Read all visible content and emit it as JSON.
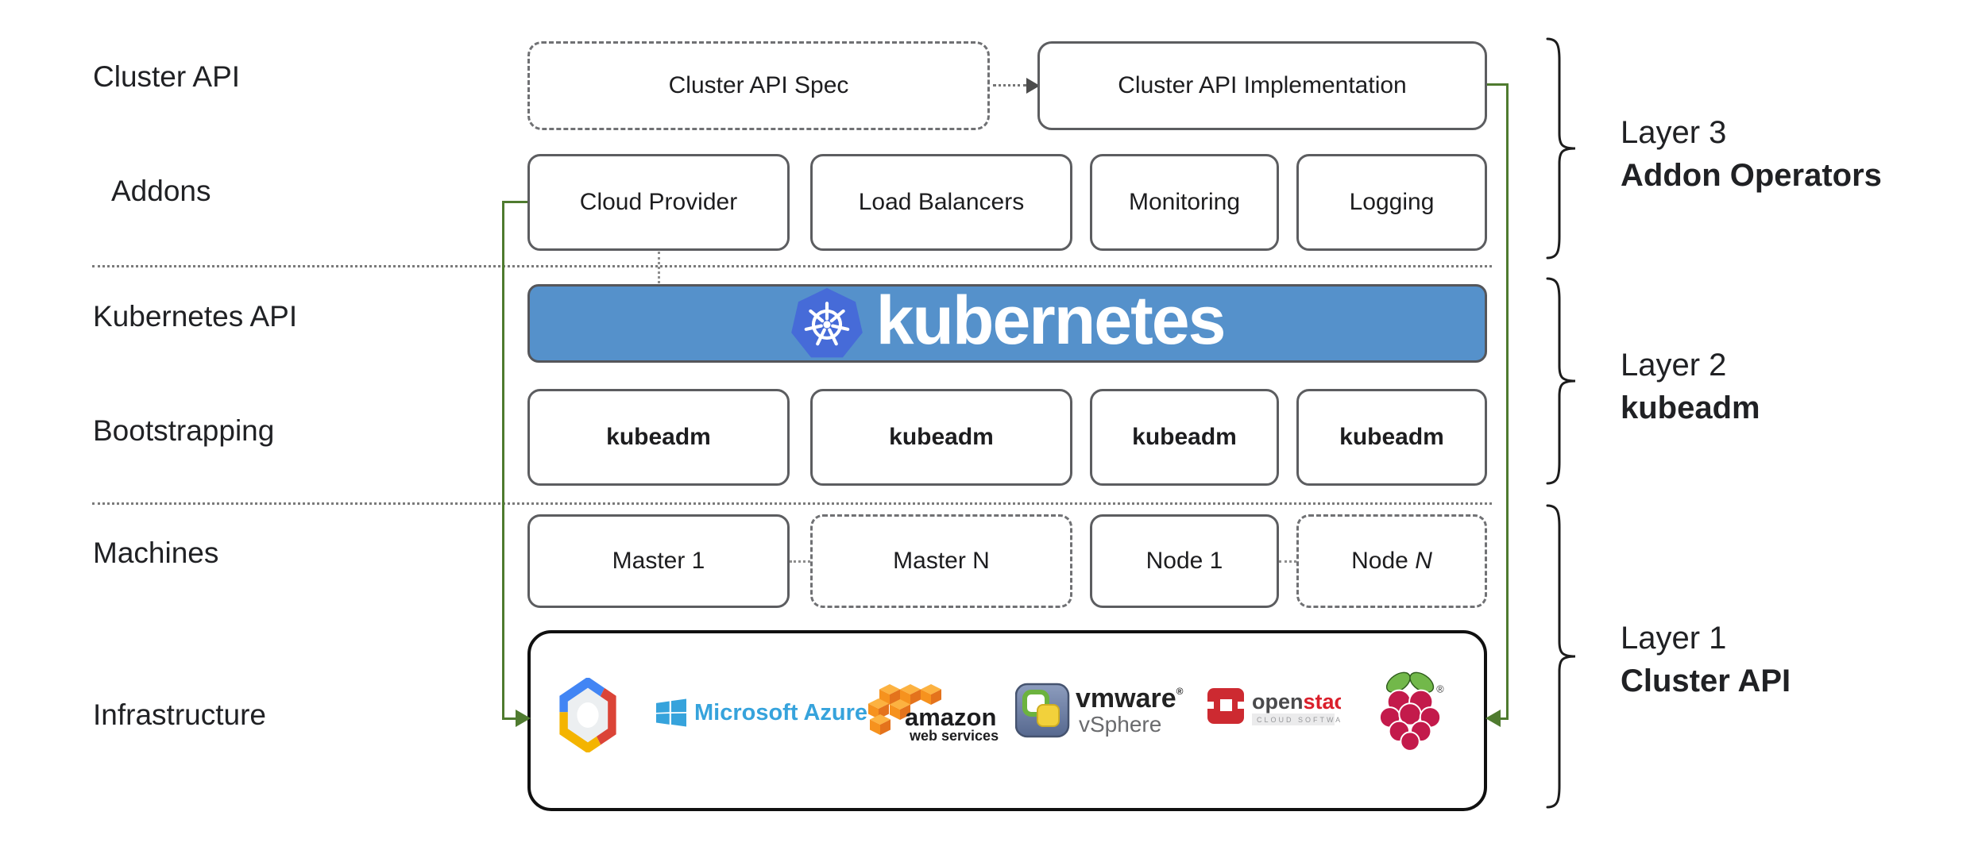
{
  "row_labels": {
    "cluster_api": "Cluster API",
    "addons": "Addons",
    "kubernetes_api": "Kubernetes API",
    "bootstrapping": "Bootstrapping",
    "machines": "Machines",
    "infrastructure": "Infrastructure"
  },
  "top_row": {
    "spec_label": "Cluster API Spec",
    "implementation_label": "Cluster API Implementation"
  },
  "addons": [
    "Cloud Provider",
    "Load Balancers",
    "Monitoring",
    "Logging"
  ],
  "kubernetes_banner": {
    "wordmark": "kubernetes",
    "logo_icon": "kubernetes-helm-wheel-icon"
  },
  "bootstrapping": [
    "kubeadm",
    "kubeadm",
    "kubeadm",
    "kubeadm"
  ],
  "machines": [
    {
      "label": "Master 1",
      "border": "solid"
    },
    {
      "label": "Master N",
      "border": "dashed"
    },
    {
      "label": "Node 1",
      "border": "solid"
    },
    {
      "prefix": "Node ",
      "suffix": "N",
      "border": "dashed"
    }
  ],
  "infrastructure_logos": {
    "icons": [
      "google-cloud-icon",
      "microsoft-azure-icon",
      "amazon-web-services-icon",
      "vmware-vsphere-icon",
      "openstack-icon",
      "raspberry-pi-icon"
    ],
    "azure_text": "Microsoft Azure",
    "aws_line1": "amazon",
    "aws_line2": "web services",
    "vmware_line1": "vmware",
    "vmware_reg": "®",
    "vmware_line2": "vSphere",
    "openstack_word_dark": "open",
    "openstack_word_red": "stack",
    "openstack_tm": "™",
    "openstack_subtext": "CLOUD SOFTWARE",
    "rpi_reg": "®"
  },
  "layers": [
    {
      "line1": "Layer 3",
      "line2": "Addon Operators"
    },
    {
      "line1": "Layer 2",
      "line2": "kubeadm"
    },
    {
      "line1": "Layer 1",
      "line2": "Cluster API"
    }
  ],
  "colors": {
    "box_border": "#5c5d60",
    "dashed_border": "#707174",
    "banner_blue": "#5591cb",
    "k8s_logo_blue": "#466bd8",
    "flow_green": "#4f7b2f",
    "azure_blue": "#36a3dc",
    "aws_orange": "#f6921e",
    "gcp_blue": "#4285f4",
    "gcp_red": "#db4437",
    "gcp_yellow": "#f4b400",
    "vmware_green": "#6cb33f",
    "vmware_yellow": "#f2d13b",
    "openstack_red": "#cd2a31",
    "rpi_crimson": "#c31a4b",
    "rpi_leaf_green": "#72b84a",
    "text": "#202124"
  }
}
